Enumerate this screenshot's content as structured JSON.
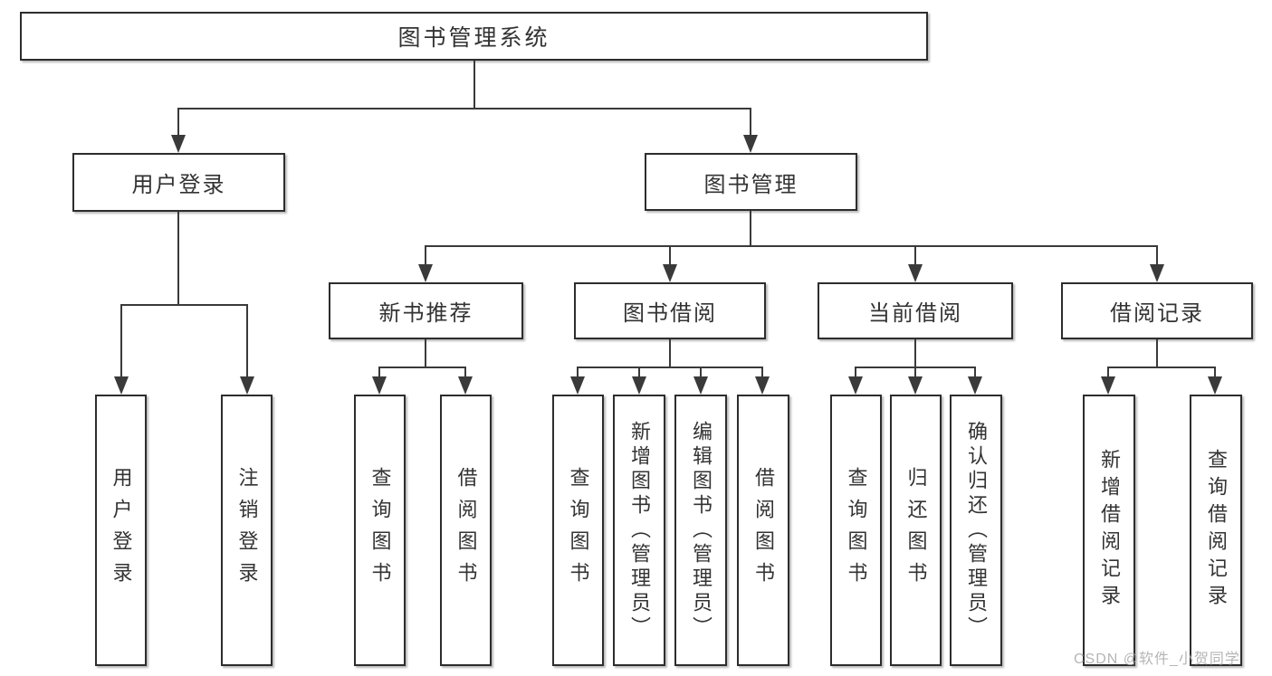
{
  "diagram": {
    "watermark": "CSDN @软件_小贺同学",
    "colors": {
      "line": "#3a3a3a",
      "border": "#2d2d2d",
      "text": "#333333",
      "background": "#ffffff",
      "watermark": "#adadad"
    },
    "root": {
      "label": "图书管理系统",
      "children": [
        {
          "label": "用户登录",
          "children": [
            {
              "label": "用户登录"
            },
            {
              "label": "注销登录"
            }
          ]
        },
        {
          "label": "图书管理",
          "children": [
            {
              "label": "新书推荐",
              "children": [
                {
                  "label": "查询图书"
                },
                {
                  "label": "借阅图书"
                }
              ]
            },
            {
              "label": "图书借阅",
              "children": [
                {
                  "label": "查询图书"
                },
                {
                  "label": "新增图书（管理员）"
                },
                {
                  "label": "编辑图书（管理员）"
                },
                {
                  "label": "借阅图书"
                }
              ]
            },
            {
              "label": "当前借阅",
              "children": [
                {
                  "label": "查询图书"
                },
                {
                  "label": "归还图书"
                },
                {
                  "label": "确认归还（管理员）"
                }
              ]
            },
            {
              "label": "借阅记录",
              "children": [
                {
                  "label": "新增借阅记录"
                },
                {
                  "label": "查询借阅记录"
                }
              ]
            }
          ]
        }
      ]
    }
  }
}
